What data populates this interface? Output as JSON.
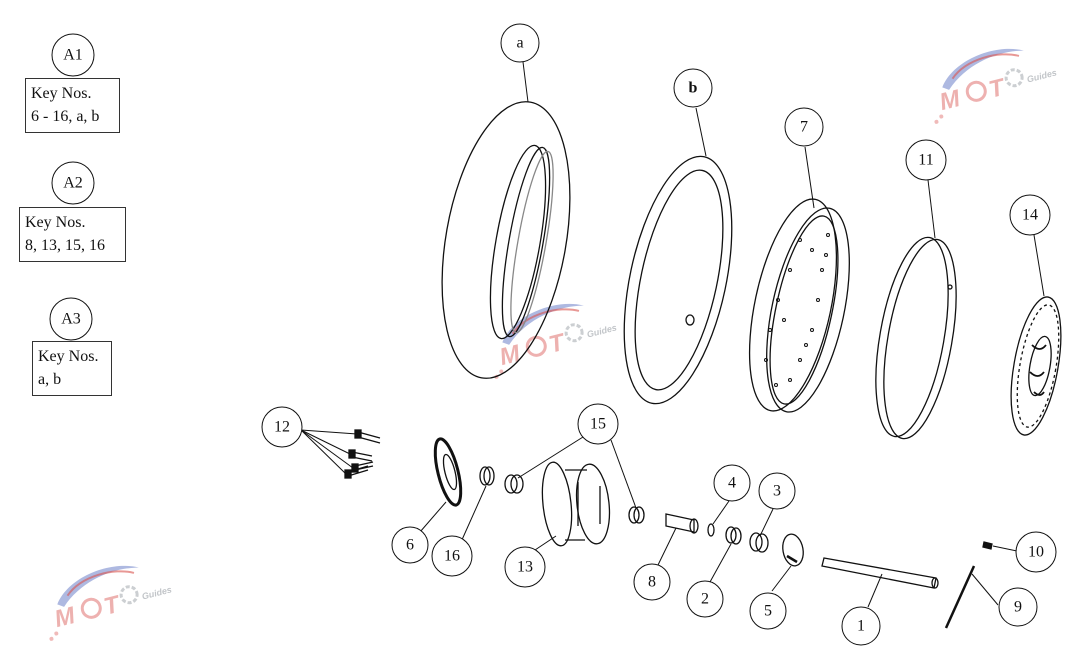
{
  "assemblies": [
    {
      "label": "A1",
      "key_title": "Key Nos.",
      "key_items": "6 - 16, a, b"
    },
    {
      "label": "A2",
      "key_title": "Key Nos.",
      "key_items": "8, 13, 15, 16"
    },
    {
      "label": "A3",
      "key_title": "Key Nos.",
      "key_items": "a, b"
    }
  ],
  "callouts": {
    "a": "a",
    "b": "b",
    "p7": "7",
    "p11": "11",
    "p14": "14",
    "p12": "12",
    "p15": "15",
    "p4": "4",
    "p3": "3",
    "p6": "6",
    "p16": "16",
    "p13": "13",
    "p8": "8",
    "p2": "2",
    "p5": "5",
    "p1": "1",
    "p10": "10",
    "p9": "9"
  },
  "watermark": {
    "text": "MOTO",
    "subtext": "Guides"
  },
  "colors": {
    "line": "#111111",
    "watermark": "#d9534f",
    "watermark_blue": "#6b7fc8"
  }
}
